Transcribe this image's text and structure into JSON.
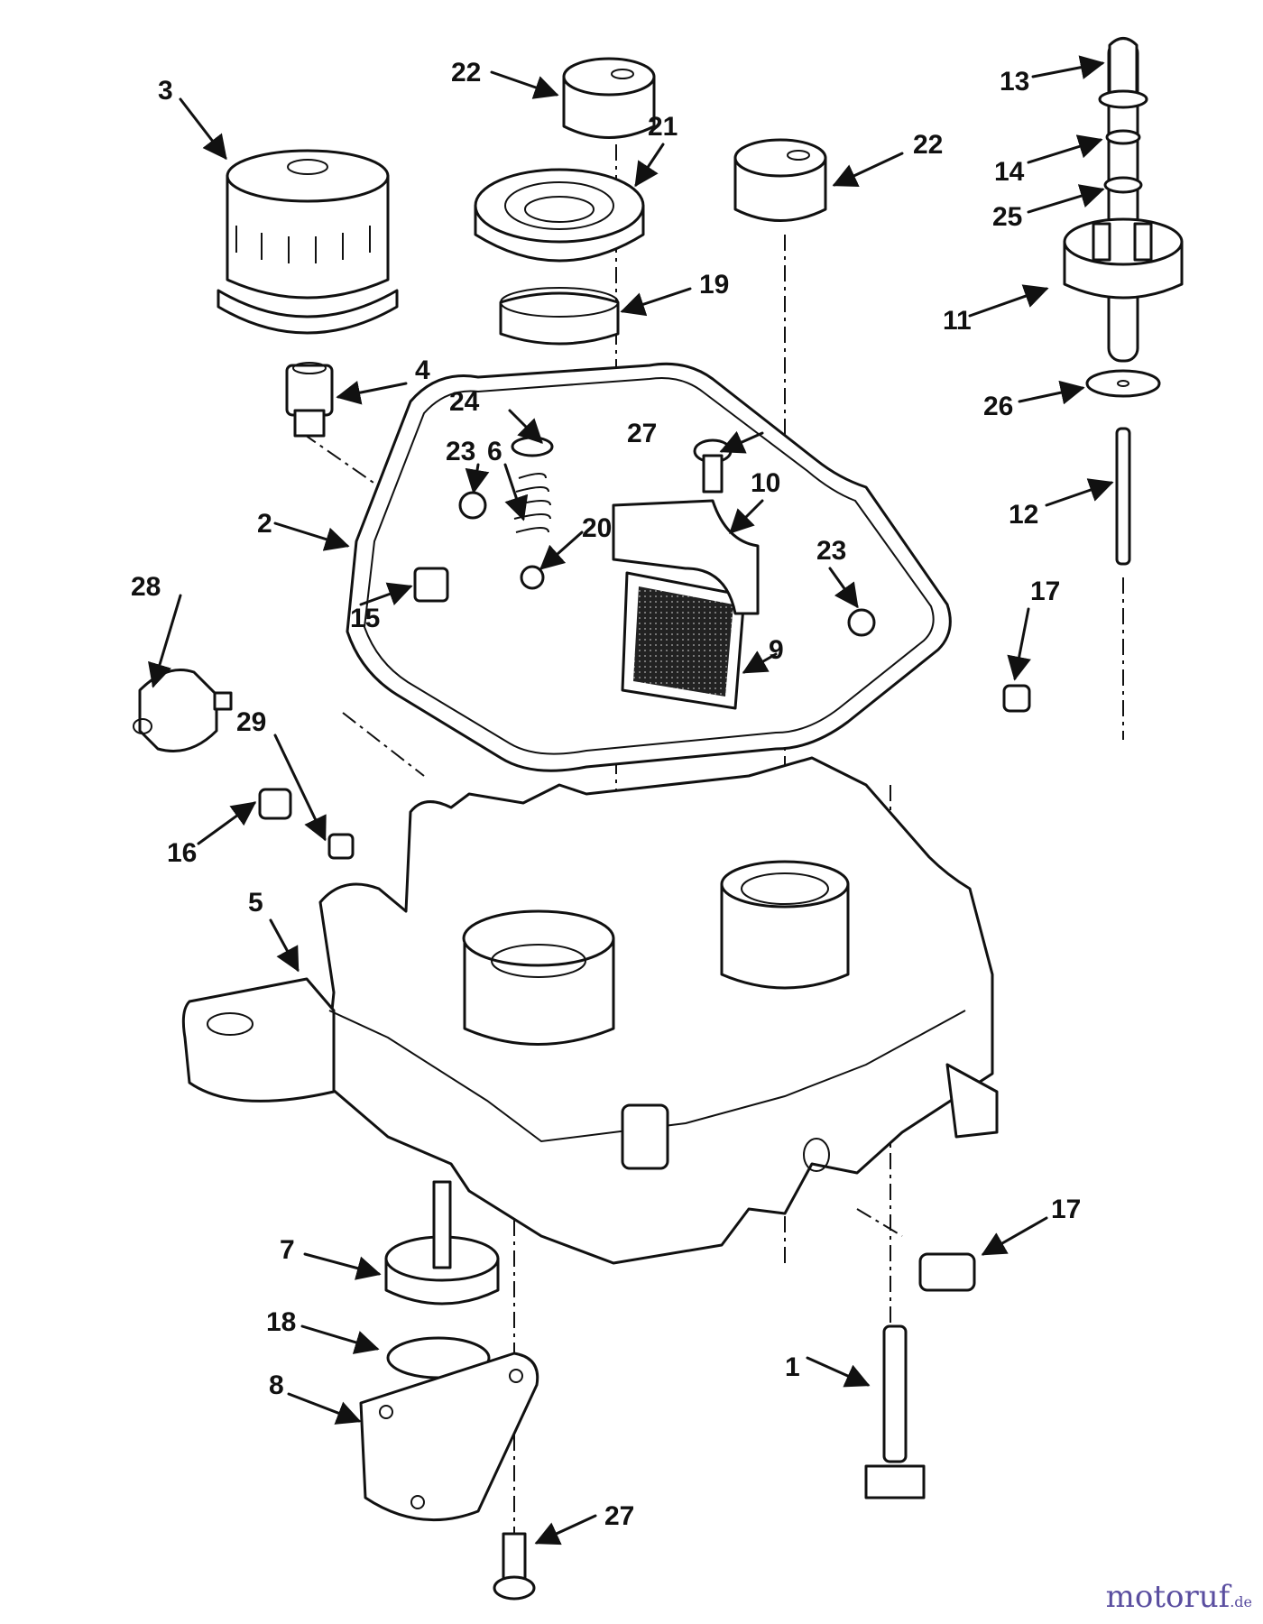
{
  "callouts": [
    {
      "num": "1"
    },
    {
      "num": "2"
    },
    {
      "num": "3"
    },
    {
      "num": "4"
    },
    {
      "num": "5"
    },
    {
      "num": "6"
    },
    {
      "num": "7"
    },
    {
      "num": "8"
    },
    {
      "num": "9"
    },
    {
      "num": "10"
    },
    {
      "num": "11"
    },
    {
      "num": "12"
    },
    {
      "num": "13"
    },
    {
      "num": "14"
    },
    {
      "num": "15"
    },
    {
      "num": "16"
    },
    {
      "num": "17"
    },
    {
      "num": "17"
    },
    {
      "num": "18"
    },
    {
      "num": "19"
    },
    {
      "num": "20"
    },
    {
      "num": "21"
    },
    {
      "num": "22"
    },
    {
      "num": "22"
    },
    {
      "num": "23"
    },
    {
      "num": "23"
    },
    {
      "num": "24"
    },
    {
      "num": "25"
    },
    {
      "num": "26"
    },
    {
      "num": "27"
    },
    {
      "num": "27"
    },
    {
      "num": "28"
    },
    {
      "num": "29"
    }
  ],
  "watermark": {
    "brand": "motoruf",
    "suffix": ".de"
  }
}
